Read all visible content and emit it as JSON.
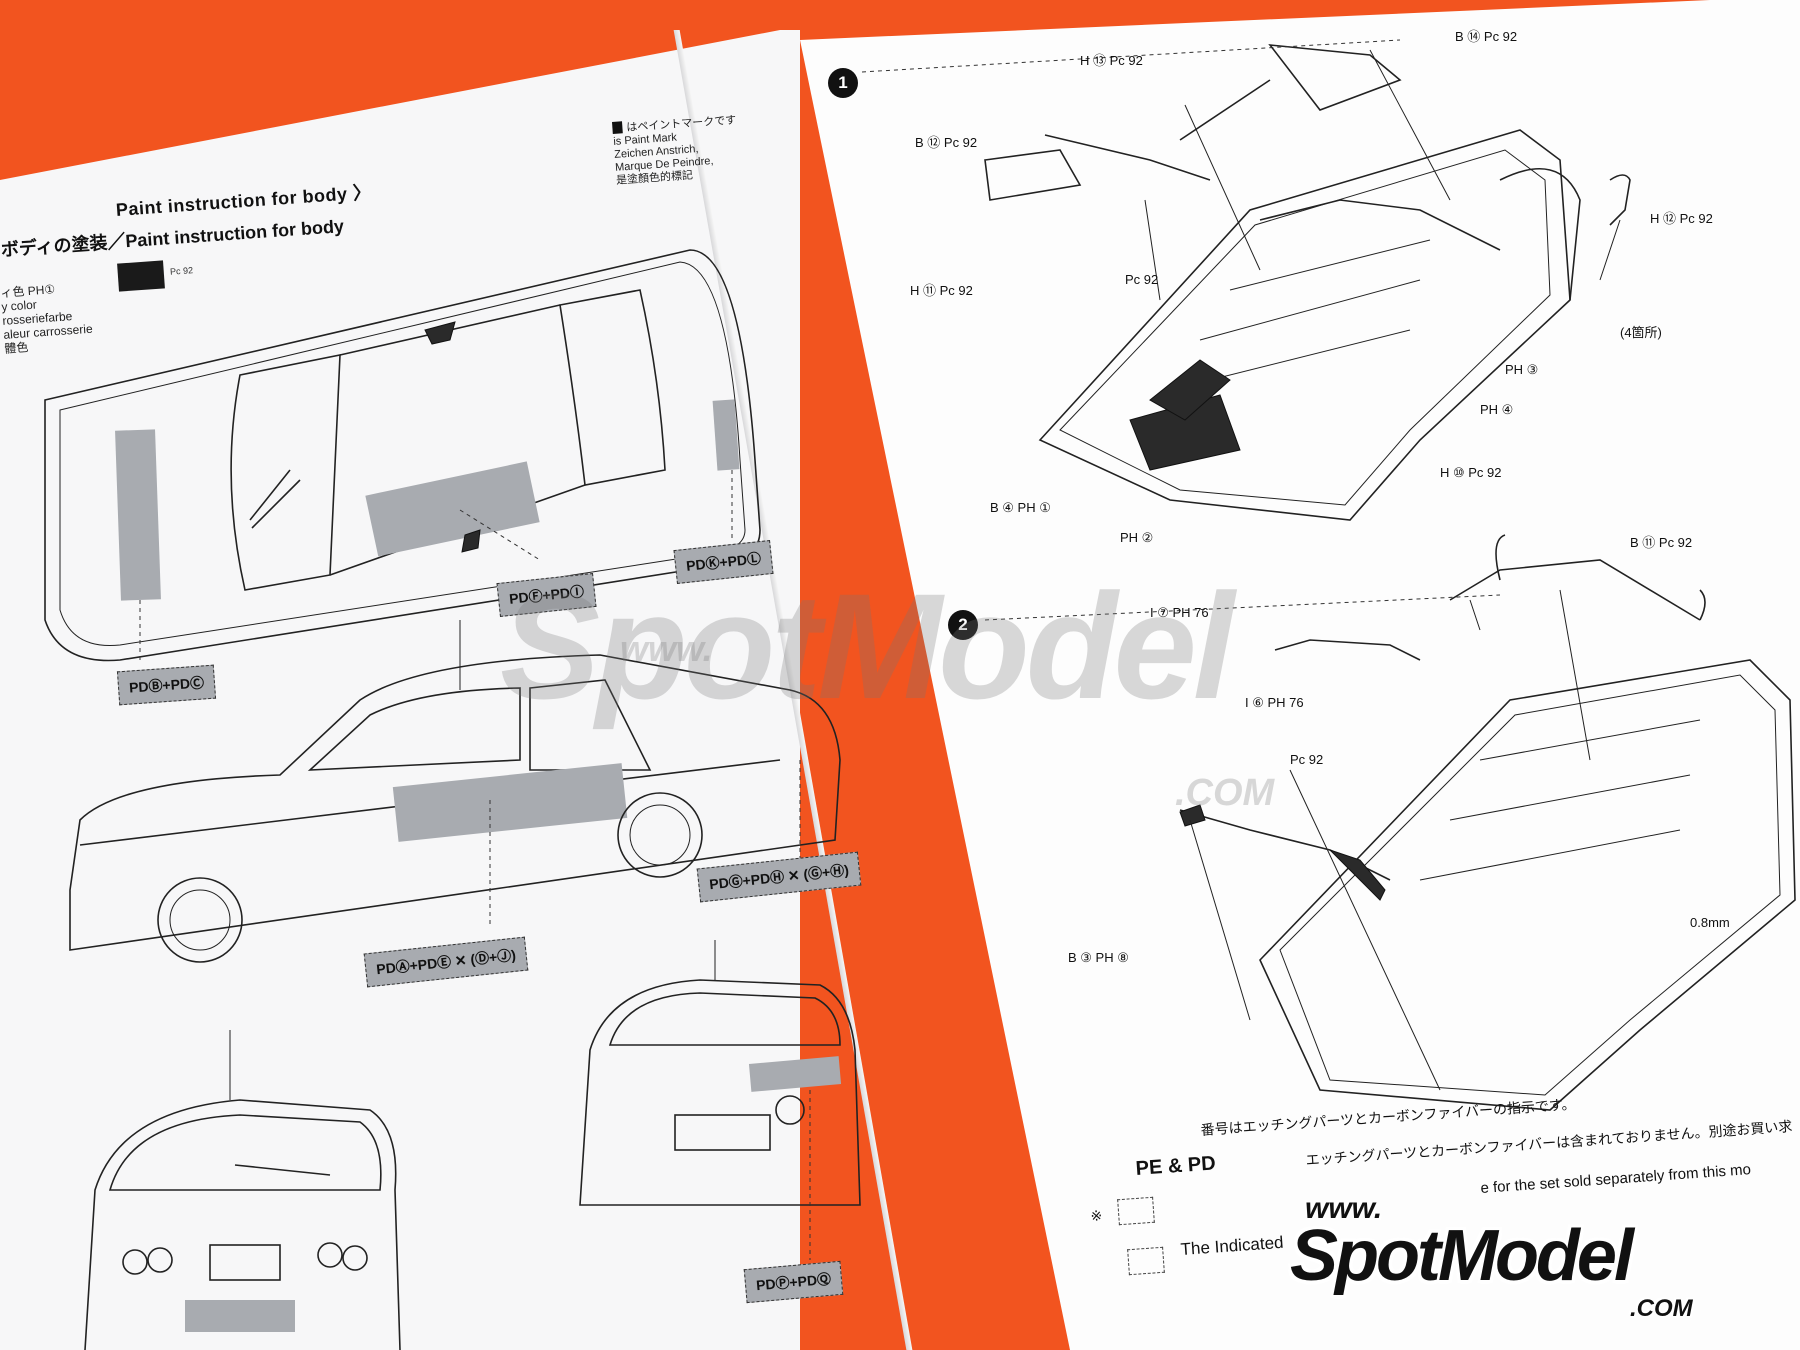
{
  "header": {
    "paint_heading": "Paint instruction for body 〉",
    "paint_heading_jp": "ボディの塗装／Paint instruction for body",
    "body_color_lines": [
      "ィ色  PH①",
      "y color",
      "rosseriefarbe",
      "aleur carrosserie",
      "體色"
    ],
    "pc_label": "Pc 92"
  },
  "paint_mark_legend": {
    "lines": [
      "はペイントマークです",
      "is Paint Mark",
      "Zeichen Anstrich,",
      "Marque De Peindre,",
      "是塗顏色的標記"
    ]
  },
  "decal_labels": {
    "top_side": "PDⒷ+PDⒸ",
    "roof": "PDⒻ+PDⒾ",
    "rear_top": "PDⓀ+PDⓁ",
    "door": "PDⒶ+PDⒺ ✕ (Ⓓ+Ⓙ)",
    "rear_side": "PDⒼ+PDⒽ ✕ (Ⓖ+Ⓗ)",
    "rear_bumper": "PDⓅ+PDⓆ"
  },
  "steps": {
    "step1": "1",
    "step2": "2"
  },
  "part_tags": {
    "h13": "H ⑬ Pc 92",
    "b14": "B ⑭ Pc 92",
    "b12": "B ⑫ Pc 92",
    "h12": "H ⑫ Pc 92",
    "h11": "H ⑪ Pc 92",
    "pc92a": "Pc 92",
    "b4": "B ④ PH ①",
    "ph_a": "PH ②",
    "ph_b": "PH ③",
    "ph_c": "PH ④",
    "h10": "H ⑩ Pc 92",
    "four": "(4箇所)",
    "b11": "B ⑪ Pc 92",
    "i7": "I ⑦ PH 76",
    "i6": "I ⑥ PH 76",
    "pc92b": "Pc 92",
    "b3": "B ③ PH ⑧",
    "mm": "0.8mm"
  },
  "notes": {
    "jp1": "番号はエッチングパーツとカーボンファイバーの指示です。",
    "jp2": "エッチングパーツとカーボンファイバーは含まれておりません。別途お買い求",
    "pe_pd": "PE & PD",
    "en1": "e for the set sold separately from this mo",
    "en2": "The Indicated",
    "asterisk": "※"
  },
  "watermarks": {
    "center_www": "www.",
    "center_main": "SpotModel",
    "center_com": ".COM",
    "corner_www": "www.",
    "corner_main": "SpotModel",
    "corner_com": ".COM"
  }
}
